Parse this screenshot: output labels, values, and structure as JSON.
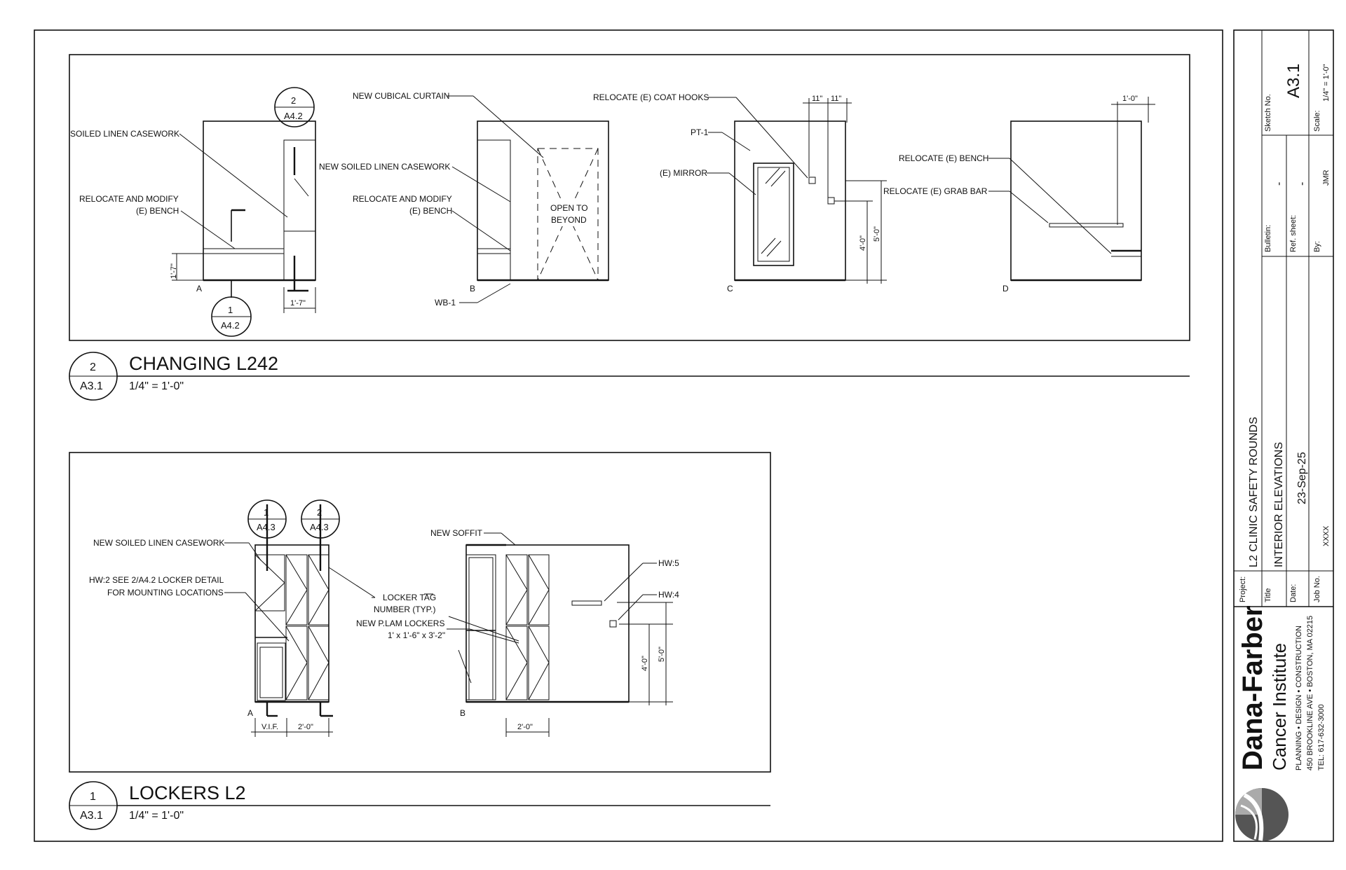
{
  "elev_changing": {
    "title": "CHANGING L242",
    "scale": "1/4\" = 1'-0\"",
    "bubble_num": "2",
    "bubble_sheet": "A3.1",
    "labels": {
      "soiled_linen": "SOILED LINEN CASEWORK",
      "relocate_modify_1": "RELOCATE AND MODIFY",
      "e_bench_1": "(E) BENCH",
      "new_cubical_curtain": "NEW CUBICAL CURTAIN",
      "new_soiled_linen": "NEW SOILED LINEN CASEWORK",
      "relocate_modify_2": "RELOCATE AND MODIFY",
      "e_bench_2": "(E) BENCH",
      "open_to": "OPEN TO",
      "beyond": "BEYOND",
      "wb1": "WB-1",
      "coat_hooks": "RELOCATE (E) COAT HOOKS",
      "pt1": "PT-1",
      "mirror": "(E) MIRROR",
      "relocate_bench": "RELOCATE (E) BENCH",
      "relocate_grab": "RELOCATE (E) GRAB BAR"
    },
    "dims": {
      "d17v": "1'-7\"",
      "d17h": "1'-7\"",
      "d11a": "11\"",
      "d11b": "11\"",
      "d40": "4'-0\"",
      "d50": "5'-0\"",
      "d10": "1'-0\""
    },
    "view_letters": [
      "A",
      "B",
      "C",
      "D"
    ],
    "sec_top": {
      "num": "2",
      "sheet": "A4.2"
    },
    "sec_bot": {
      "num": "1",
      "sheet": "A4.2"
    }
  },
  "elev_lockers": {
    "title": "LOCKERS L2",
    "scale": "1/4\" = 1'-0\"",
    "bubble_num": "1",
    "bubble_sheet": "A3.1",
    "labels": {
      "new_soiled_linen": "NEW SOILED LINEN CASEWORK",
      "hw2_line1": "HW:2 SEE 2/A4.2 LOCKER DETAIL",
      "hw2_line2": "FOR MOUNTING LOCATIONS",
      "locker_tag_1": "LOCKER TAG",
      "locker_tag_2": "NUMBER (TYP.)",
      "plam_1": "NEW P.LAM LOCKERS",
      "plam_2": "1' x 1'-6\" x 3'-2\"",
      "new_soffit": "NEW SOFFIT",
      "hw5": "HW:5",
      "hw4": "HW:4"
    },
    "dims": {
      "vif": "V.I.F.",
      "d20a": "2'-0\"",
      "d20b": "2'-0\"",
      "d40": "4'-0\"",
      "d50": "5'-0\""
    },
    "view_letters": [
      "A",
      "B"
    ],
    "sec_1": {
      "num": "1",
      "sheet": "A4.3"
    },
    "sec_2": {
      "num": "2",
      "sheet": "A4.3"
    }
  },
  "title_block": {
    "project_label": "Project:",
    "project": "L2 CLINIC SAFETY ROUNDS",
    "title_label": "Title",
    "title": "INTERIOR ELEVATIONS",
    "date_label": "Date:",
    "date": "23-Sep-25",
    "job_label": "Job No.",
    "job": "XXXX",
    "bulletin_label": "Bulletin:",
    "bulletin": "-",
    "ref_label": "Ref. sheet:",
    "ref": "-",
    "by_label": "By:",
    "by": "JMR",
    "sketch_label": "Sketch No.",
    "sketch": "A3.1",
    "scale_label": "Scale:",
    "scale": "1/4\" = 1'-0\"",
    "org_name": "Dana-Farber",
    "org_sub": "Cancer Institute",
    "org_line1": "PLANNING • DESIGN • CONSTRUCTION",
    "org_line2": "450 BROOKLINE AVE • BOSTON, MA 02215",
    "org_line3": "TEL: 617-632-3000"
  }
}
